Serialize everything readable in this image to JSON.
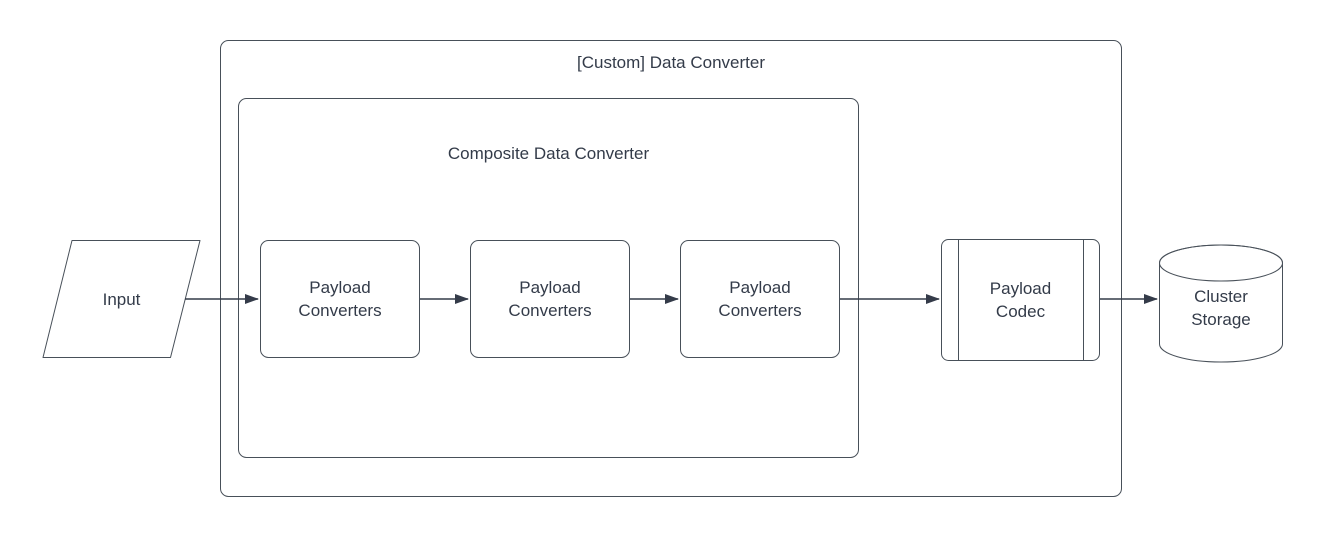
{
  "diagram": {
    "outer_container": {
      "label": "[Custom] Data Converter"
    },
    "inner_container": {
      "label": "Composite Data Converter"
    },
    "nodes": {
      "input": {
        "label": "Input",
        "shape": "parallelogram"
      },
      "payload_converter_1": {
        "label": "Payload\nConverters",
        "shape": "rounded-rectangle"
      },
      "payload_converter_2": {
        "label": "Payload\nConverters",
        "shape": "rounded-rectangle"
      },
      "payload_converter_3": {
        "label": "Payload\nConverters",
        "shape": "rounded-rectangle"
      },
      "payload_codec": {
        "label": "Payload\nCodec",
        "shape": "predefined-process"
      },
      "cluster_storage": {
        "label": "Cluster\nStorage",
        "shape": "cylinder"
      }
    },
    "flow": [
      "input -> payload_converter_1",
      "payload_converter_1 -> payload_converter_2",
      "payload_converter_2 -> payload_converter_3",
      "payload_converter_3 -> payload_codec",
      "payload_codec -> cluster_storage"
    ],
    "colors": {
      "background": "#ffffff",
      "shape_stroke": "#485059",
      "arrow": "#343b49",
      "text": "#333b49"
    }
  }
}
